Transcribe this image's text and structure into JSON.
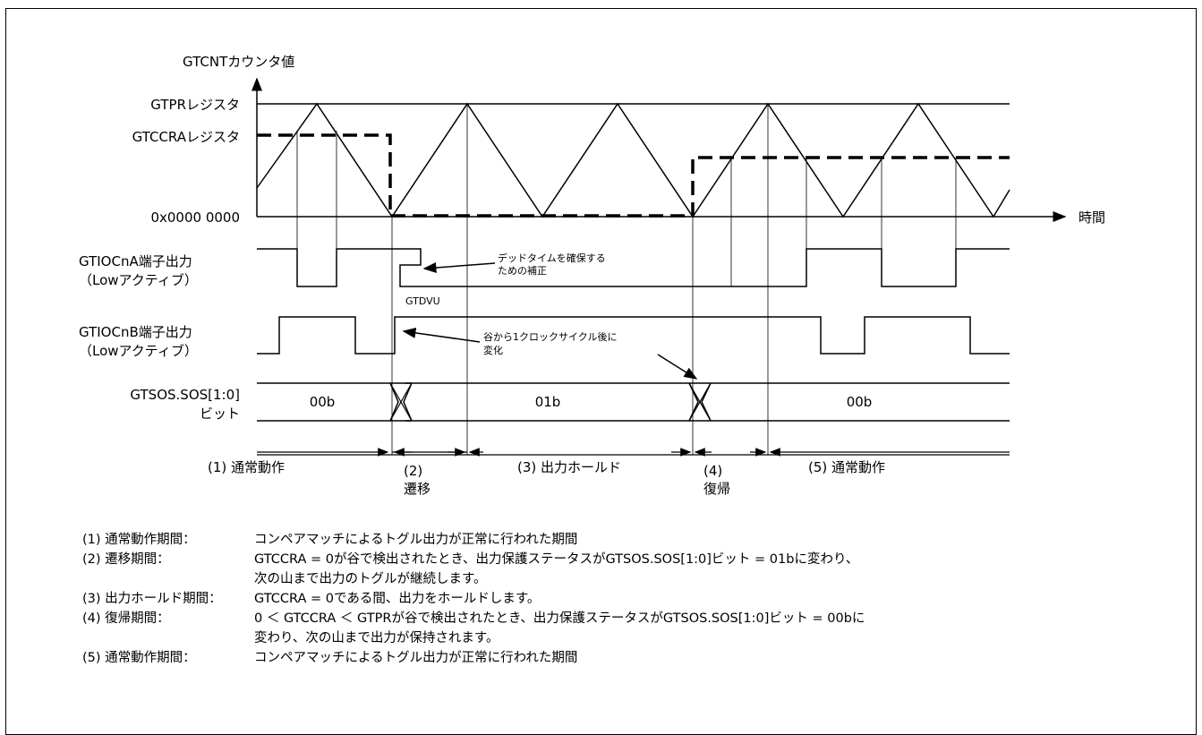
{
  "axis": {
    "y_title": "GTCNTカウンタ値",
    "x_title": "時間",
    "gtpr": "GTPRレジスタ",
    "gtccra": "GTCCRAレジスタ",
    "zero": "0x0000 0000"
  },
  "signals": {
    "a_name": "GTIOCnA端子出力",
    "a_sub": "（Lowアクティブ）",
    "b_name": "GTIOCnB端子出力",
    "b_sub": "（Lowアクティブ）",
    "sos_name": "GTSOS.SOS[1:0]",
    "sos_sub": "ビット",
    "sos_values": [
      "00b",
      "01b",
      "00b"
    ]
  },
  "annotations": {
    "deadtime_1": "デッドタイムを確保する",
    "deadtime_2": "ための補正",
    "gtdvu": "GTDVU",
    "change_1": "谷から1クロックサイクル後に",
    "change_2": "変化"
  },
  "phases": {
    "p1": "(1) 通常動作",
    "p2_num": "(2)",
    "p2_name": "遷移",
    "p3": "(3) 出力ホールド",
    "p4_num": "(4)",
    "p4_name": "復帰",
    "p5": "(5) 通常動作"
  },
  "notes": [
    {
      "head": "(1) 通常動作期間：",
      "lines": [
        "コンペアマッチによるトグル出力が正常に行われた期間"
      ]
    },
    {
      "head": "(2) 遷移期間：",
      "lines": [
        "GTCCRA = 0が谷で検出されたとき、出力保護ステータスがGTSOS.SOS[1:0]ビット = 01bに変わり、",
        "次の山まで出力のトグルが継続します。"
      ]
    },
    {
      "head": "(3) 出力ホールド期間：",
      "lines": [
        "GTCCRA = 0である間、出力をホールドします。"
      ]
    },
    {
      "head": "(4) 復帰期間：",
      "lines": [
        "0 ＜ GTCCRA ＜ GTPRが谷で検出されたとき、出力保護ステータスがGTSOS.SOS[1:0]ビット = 00bに",
        "変わり、次の山まで出力が保持されます。"
      ]
    },
    {
      "head": "(5) 通常動作期間：",
      "lines": [
        "コンペアマッチによるトグル出力が正常に行われた期間"
      ]
    }
  ]
}
